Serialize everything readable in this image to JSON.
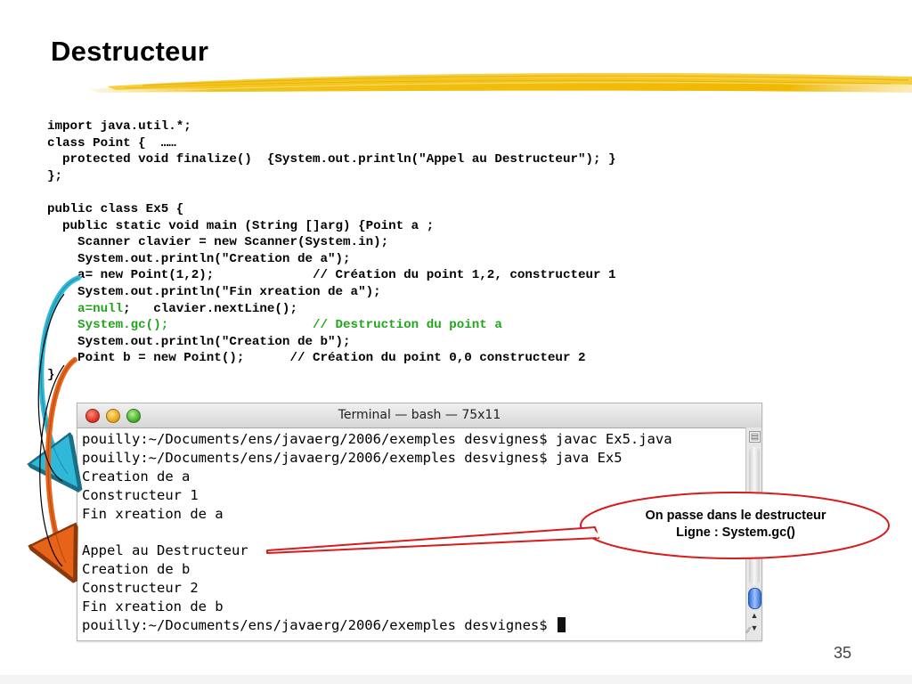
{
  "slide": {
    "title": "Destructeur",
    "page_number": "35"
  },
  "code": {
    "lines": [
      [
        {
          "t": "import java.util.*;"
        }
      ],
      [
        {
          "t": "class Point {  ……"
        }
      ],
      [
        {
          "t": "  protected void finalize()  {System.out.println(\"Appel au Destructeur\"); }"
        }
      ],
      [
        {
          "t": "};"
        }
      ],
      [
        {
          "t": ""
        }
      ],
      [
        {
          "t": "public class Ex5 {"
        }
      ],
      [
        {
          "t": "  public static void main (String []arg) {Point a ;"
        }
      ],
      [
        {
          "t": "    Scanner clavier = new Scanner(System.in);"
        }
      ],
      [
        {
          "t": "    System.out.println(\"Creation de a\");"
        }
      ],
      [
        {
          "t": "    a= new Point(1,2);             // Création du point 1,2, constructeur 1"
        }
      ],
      [
        {
          "t": "    System.out.println(\"Fin xreation de a\");"
        }
      ],
      [
        {
          "t": "    a=null",
          "g": true
        },
        {
          "t": ";   clavier.nextLine();"
        }
      ],
      [
        {
          "t": "    System.gc();                   // Destruction du point a",
          "g": true
        }
      ],
      [
        {
          "t": "    System.out.println(\"Creation de b\");"
        }
      ],
      [
        {
          "t": "    Point b = new Point();      // Création du point 0,0 constructeur 2"
        }
      ],
      [
        {
          "t": "}"
        }
      ]
    ]
  },
  "terminal": {
    "title": "Terminal — bash — 75x11",
    "lines": [
      "pouilly:~/Documents/ens/javaerg/2006/exemples desvignes$ javac Ex5.java",
      "pouilly:~/Documents/ens/javaerg/2006/exemples desvignes$ java Ex5",
      "Creation de a",
      "Constructeur 1",
      "Fin xreation de a",
      "",
      "Appel au Destructeur",
      "Creation de b",
      "Constructeur 2",
      "Fin xreation de b",
      "pouilly:~/Documents/ens/javaerg/2006/exemples desvignes$ "
    ]
  },
  "callout": {
    "line1": "On passe dans le destructeur",
    "line2": "Ligne : System.gc()"
  },
  "colors": {
    "code_highlight": "#22a51c",
    "brush_stroke": "#f2c21a",
    "arrow_cyan": "#2fb8d8",
    "arrow_orange": "#e8631a",
    "callout_border": "#d81b1b"
  }
}
